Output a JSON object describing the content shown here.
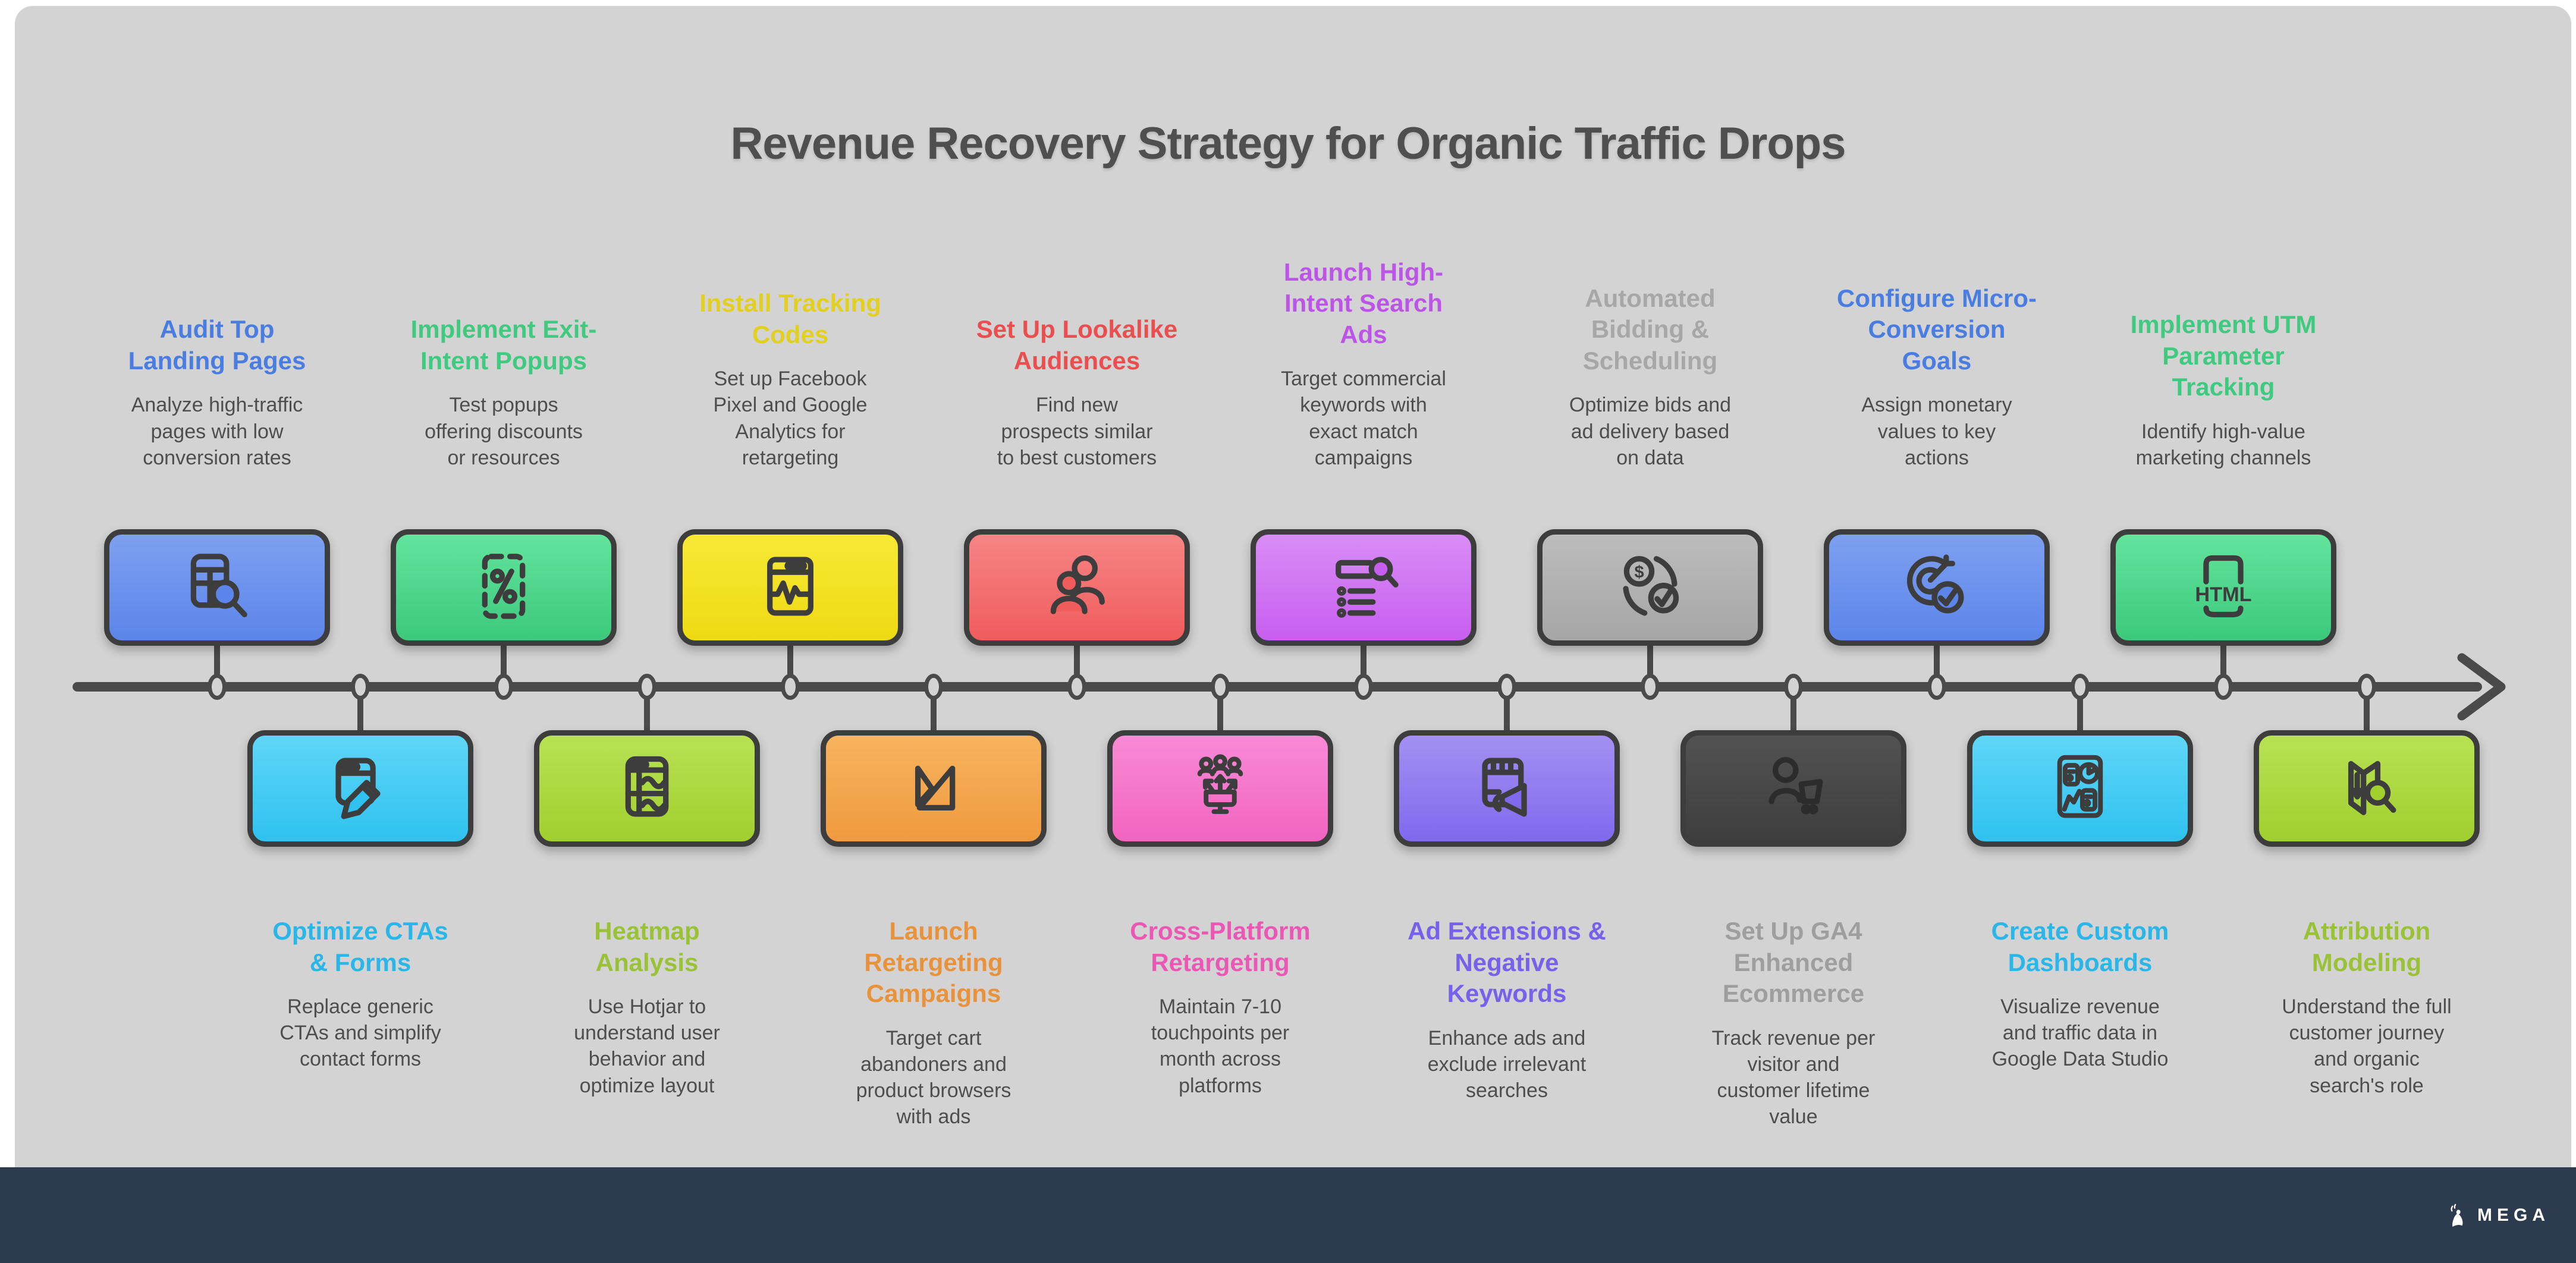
{
  "page": {
    "title": "Revenue Recovery Strategy for Organic Traffic Drops",
    "background_color": "#d3d3d3",
    "timeline_color": "#4a4a4a",
    "footer": {
      "brand": "MEGA",
      "background_color": "#2c3b4e"
    }
  },
  "items": [
    {
      "position": "top",
      "title": "Audit Top\nLanding Pages",
      "description": "Analyze high-traffic\npages with low\nconversion rates",
      "accent": "#4a7de2",
      "card_colors": [
        "#7da0f0",
        "#5b85ea"
      ],
      "icon_stroke": "#3d3d3d",
      "icon": "table-search-icon"
    },
    {
      "position": "bottom",
      "title": "Optimize CTAs\n& Forms",
      "description": "Replace generic\nCTAs and simplify\ncontact forms",
      "accent": "#29b6e8",
      "card_colors": [
        "#5fd6f7",
        "#2fc2f0"
      ],
      "icon_stroke": "#3d3d3d",
      "icon": "browser-edit-icon"
    },
    {
      "position": "top",
      "title": "Implement Exit-\nIntent Popups",
      "description": "Test popups\noffering discounts\nor resources",
      "accent": "#3fca80",
      "card_colors": [
        "#63e49d",
        "#3cc97c"
      ],
      "icon_stroke": "#3d3d3d",
      "icon": "popup-percent-icon"
    },
    {
      "position": "bottom",
      "title": "Heatmap\nAnalysis",
      "description": "Use Hotjar to\nunderstand user\nbehavior and\noptimize layout",
      "accent": "#99c236",
      "card_colors": [
        "#b9e254",
        "#a0cf2e"
      ],
      "icon_stroke": "#3d3d3d",
      "icon": "heatmap-icon"
    },
    {
      "position": "top",
      "title": "Install Tracking\nCodes",
      "description": "Set up Facebook\nPixel and Google\nAnalytics for\nretargeting",
      "accent": "#e3cf1d",
      "card_colors": [
        "#f7e935",
        "#eeda12"
      ],
      "icon_stroke": "#3d3d3d",
      "icon": "pixel-pulse-icon"
    },
    {
      "position": "bottom",
      "title": "Launch\nRetargeting\nCampaigns",
      "description": "Target cart\nabandoners and\nproduct browsers\nwith ads",
      "accent": "#e8923b",
      "card_colors": [
        "#f7b45e",
        "#f09a3e"
      ],
      "icon_stroke": "#3d3d3d",
      "icon": "retargeting-flag-icon"
    },
    {
      "position": "top",
      "title": "Set Up Lookalike\nAudiences",
      "description": "Find new\nprospects similar\nto best customers",
      "accent": "#ea4e4e",
      "card_colors": [
        "#f68585",
        "#f05c5c"
      ],
      "icon_stroke": "#3d3d3d",
      "icon": "lookalike-audience-icon"
    },
    {
      "position": "bottom",
      "title": "Cross-Platform\nRetargeting",
      "description": "Maintain 7-10\ntouchpoints per\nmonth across\nplatforms",
      "accent": "#ea57b5",
      "card_colors": [
        "#f88ad6",
        "#f264c0"
      ],
      "icon_stroke": "#3d3d3d",
      "icon": "cross-platform-icon"
    },
    {
      "position": "top",
      "title": "Launch High-\nIntent Search\nAds",
      "description": "Target commercial\nkeywords with\nexact match\ncampaigns",
      "accent": "#bc54e8",
      "card_colors": [
        "#d98df5",
        "#c75ef0"
      ],
      "icon_stroke": "#3d3d3d",
      "icon": "keyword-search-icon"
    },
    {
      "position": "bottom",
      "title": "Ad Extensions &\nNegative\nKeywords",
      "description": "Enhance ads and\nexclude irrelevant\nsearches",
      "accent": "#7661ea",
      "card_colors": [
        "#a490f2",
        "#8169ee"
      ],
      "icon_stroke": "#3d3d3d",
      "icon": "ad-megaphone-icon"
    },
    {
      "position": "top",
      "title": "Automated\nBidding &\nScheduling",
      "description": "Optimize bids and\nad delivery based\non data",
      "accent": "#a7a7a7",
      "card_colors": [
        "#bcbcbc",
        "#a6a6a6"
      ],
      "icon_stroke": "#3d3d3d",
      "icon": "bidding-cycle-icon"
    },
    {
      "position": "bottom",
      "title": "Set Up GA4\nEnhanced\nEcommerce",
      "description": "Track revenue per\nvisitor and\ncustomer lifetime\nvalue",
      "accent": "#9e9e9e",
      "card_colors": [
        "#525252",
        "#3e3e3e"
      ],
      "icon_stroke": "#2c2c2c",
      "icon": "ecommerce-user-icon"
    },
    {
      "position": "top",
      "title": "Configure Micro-\nConversion\nGoals",
      "description": "Assign monetary\nvalues to key\nactions",
      "accent": "#4a7de2",
      "card_colors": [
        "#7da0f0",
        "#5b85ea"
      ],
      "icon_stroke": "#3d3d3d",
      "icon": "goal-target-icon"
    },
    {
      "position": "bottom",
      "title": "Create Custom\nDashboards",
      "description": "Visualize revenue\nand traffic data in\nGoogle Data Studio",
      "accent": "#29b6e8",
      "card_colors": [
        "#5fd6f7",
        "#2fc2f0"
      ],
      "icon_stroke": "#3d3d3d",
      "icon": "dashboard-icon"
    },
    {
      "position": "top",
      "title": "Implement UTM\nParameter\nTracking",
      "description": "Identify high-value\nmarketing channels",
      "accent": "#3fca80",
      "card_colors": [
        "#63e49d",
        "#3cc97c"
      ],
      "icon_stroke": "#3d3d3d",
      "icon": "html-tag-icon"
    },
    {
      "position": "bottom",
      "title": "Attribution\nModeling",
      "description": "Understand the full\ncustomer journey\nand organic\nsearch's role",
      "accent": "#99c236",
      "card_colors": [
        "#b9e254",
        "#a0cf2e"
      ],
      "icon_stroke": "#3d3d3d",
      "icon": "map-search-icon"
    }
  ]
}
